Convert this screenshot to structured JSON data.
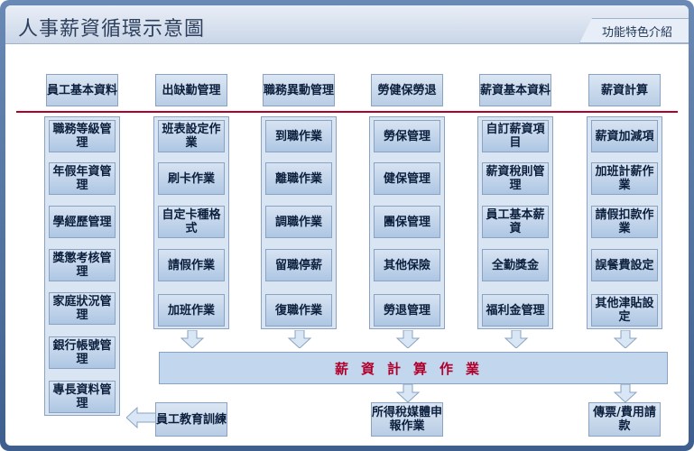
{
  "title": "人事薪資循環示意圖",
  "tag": "功能特色介紹",
  "columns": [
    {
      "header": "員工基本資料",
      "items": [
        "職務等級管理",
        "年假年資管理",
        "學經歷管理",
        "獎懲考核管理",
        "家庭狀況管理",
        "銀行帳號管理",
        "專長資料管理"
      ]
    },
    {
      "header": "出缺勤管理",
      "items": [
        "班表設定作業",
        "刷卡作業",
        "自定卡種格式",
        "請假作業",
        "加班作業"
      ]
    },
    {
      "header": "職務異動管理",
      "items": [
        "到職作業",
        "離職作業",
        "調職作業",
        "留職停薪",
        "復職作業"
      ]
    },
    {
      "header": "勞健保勞退",
      "items": [
        "勞保管理",
        "健保管理",
        "團保管理",
        "其他保險",
        "勞退管理"
      ]
    },
    {
      "header": "薪資基本資料",
      "items": [
        "自訂薪資項目",
        "薪資稅則管理",
        "員工基本薪資",
        "全勤獎金",
        "福利金管理"
      ]
    },
    {
      "header": "薪資計算",
      "items": [
        "薪資加減項",
        "加班計薪作業",
        "請假扣款作業",
        "誤餐費設定",
        "其他津貼設定"
      ]
    }
  ],
  "center_bar": "薪資計算作業",
  "bottom": [
    "員工教育訓練",
    "所得稅媒體申報作業",
    "傳票/費用請款"
  ]
}
